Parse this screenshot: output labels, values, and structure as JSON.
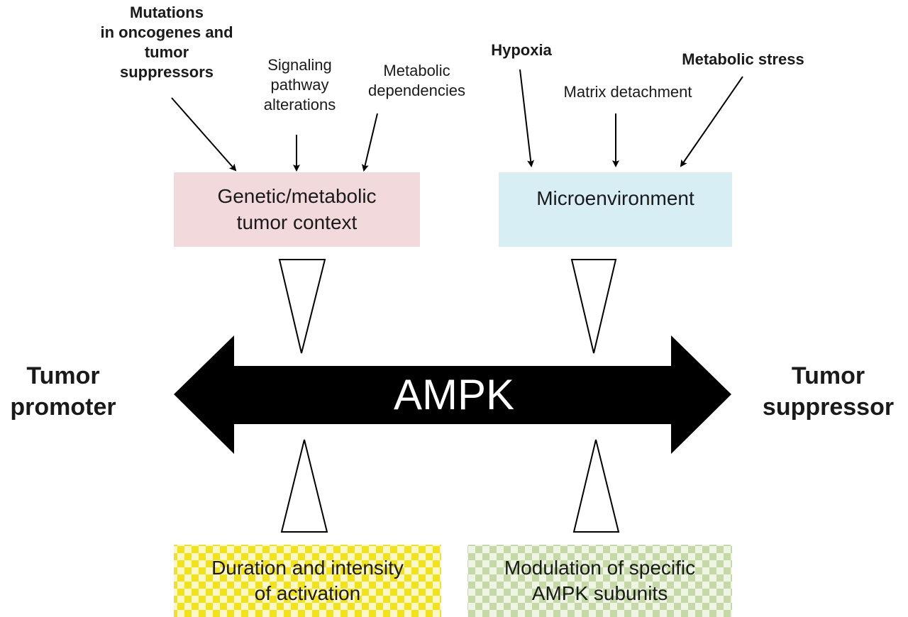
{
  "top_labels": {
    "mutations": "Mutations\nin oncogenes and\ntumor\nsuppressors",
    "signaling": "Signaling\npathway\nalterations",
    "metabolic_dependencies": "Metabolic\ndependencies",
    "hypoxia": "Hypoxia",
    "matrix_detachment": "Matrix detachment",
    "metabolic_stress": "Metabolic stress"
  },
  "boxes": {
    "genetic_context": "Genetic/metabolic\ntumor context",
    "microenvironment": "Microenvironment",
    "duration": "Duration and intensity\nof activation",
    "modulation": "Modulation of specific\nAMPK subunits"
  },
  "center": {
    "label": "AMPK"
  },
  "sides": {
    "left": "Tumor\npromoter",
    "right": "Tumor\nsuppressor"
  },
  "colors": {
    "genetic_box": "#f2d9db",
    "micro_box": "#d8eef5",
    "yellow_check": "#f2e21a",
    "green_check": "#c4d9a6",
    "arrow": "#000000"
  }
}
